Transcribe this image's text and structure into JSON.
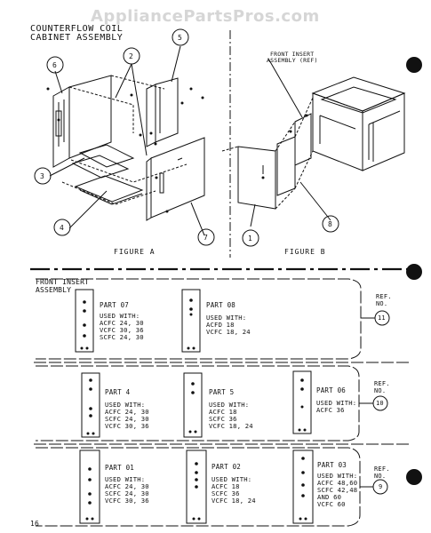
{
  "watermark": "AppliancePartsPros.com",
  "title": [
    "COUNTERFLOW COIL",
    "CABINET ASSEMBLY"
  ],
  "figure_a": {
    "label": "FIGURE A",
    "callouts": [
      "6",
      "2",
      "5",
      "3",
      "4",
      "7"
    ]
  },
  "figure_b": {
    "label": "FIGURE B",
    "insert_label": [
      "FRONT INSERT",
      "ASSEMBLY (REF)"
    ],
    "callouts": [
      "1",
      "8"
    ]
  },
  "section_title": [
    "FRONT INSERT",
    "ASSEMBLY"
  ],
  "ref_label": [
    "REF.",
    "NO."
  ],
  "groups": [
    {
      "ref_no": "11",
      "parts": [
        {
          "name": "PART 07",
          "used": [
            "USED WITH:",
            "ACFC 24, 30",
            "VCFC 30, 36",
            "SCFC 24, 30"
          ]
        },
        {
          "name": "PART 08",
          "used": [
            "USED WITH:",
            "ACFD 18",
            "VCFC 18, 24"
          ]
        }
      ]
    },
    {
      "ref_no": "10",
      "parts": [
        {
          "name": "PART 4",
          "used": [
            "USED WITH:",
            "ACFC 24, 30",
            "SCFC 24, 30",
            "VCFC 30, 36"
          ]
        },
        {
          "name": "PART 5",
          "used": [
            "USED WITH:",
            "ACFC 18",
            "SCFC 36",
            "VCFC 18, 24"
          ]
        },
        {
          "name": "PART 06",
          "used": [
            "USED WITH:",
            "ACFC 36"
          ]
        }
      ]
    },
    {
      "ref_no": "9",
      "parts": [
        {
          "name": "PART 01",
          "used": [
            "USED WITH:",
            "ACFC 24, 30",
            "SCFC 24, 30",
            "VCFC 30, 36"
          ]
        },
        {
          "name": "PART 02",
          "used": [
            "USED WITH:",
            "ACFC 18",
            "SCFC 36",
            "VCFC 18, 24"
          ]
        },
        {
          "name": "PART 03",
          "used": [
            "USED WITH:",
            "ACFC 48,60",
            "SCFC 42,48",
            "AND 60",
            "VCFC 60"
          ]
        }
      ]
    }
  ],
  "page_number": "16"
}
